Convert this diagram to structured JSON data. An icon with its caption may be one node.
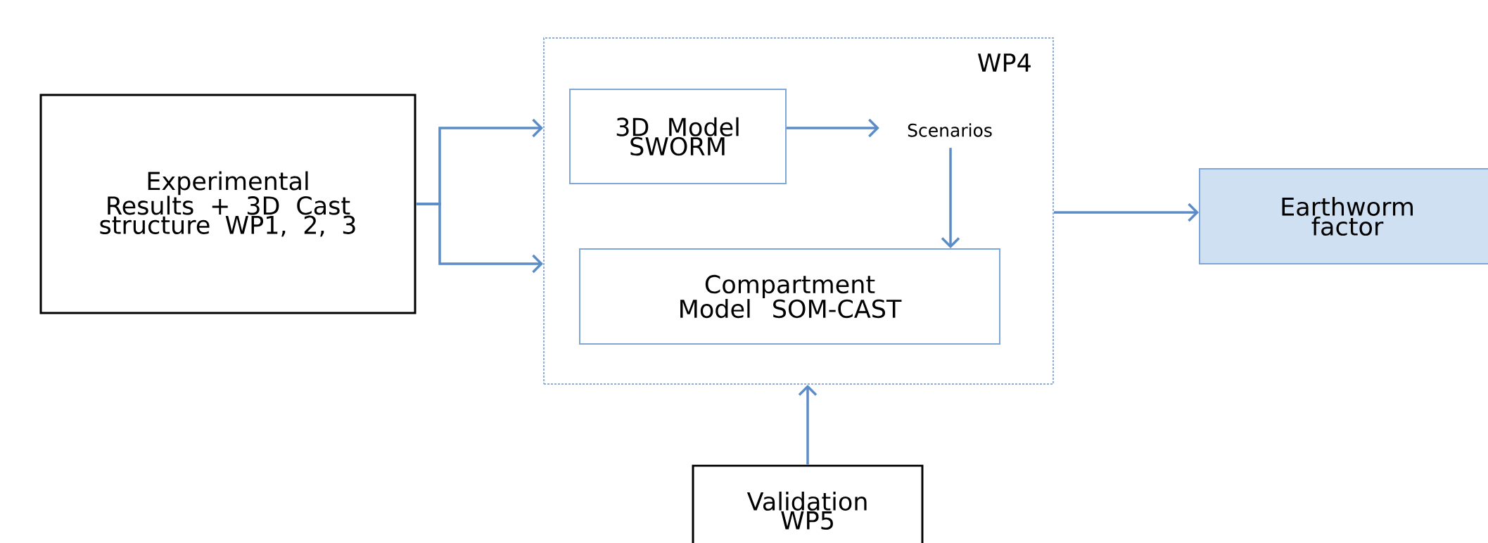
{
  "diagram": {
    "nodes": [
      {
        "text": [
          "Experimental Results + 3D Cast structure WP1, 2, 3"
        ]
      },
      {
        "text": [
          "WP4"
        ]
      },
      {
        "text": [
          "3D Model SWORM"
        ],
        "in": 1
      },
      {
        "text": [
          "Scenarios"
        ],
        "in": 1
      },
      {
        "text": [
          "Compartment Model SOM-CAST"
        ],
        "in": 1
      },
      {
        "text": [
          "Earthworm factor"
        ]
      },
      {
        "text": [
          "Validation WP5"
        ]
      }
    ],
    "edges": [
      {
        "from": 0,
        "to": 1,
        "arrow": "to"
      },
      {
        "from": 0,
        "to": 1,
        "arrow": "to"
      },
      {
        "from": 2,
        "to": 3,
        "arrow": "to"
      },
      {
        "from": 3,
        "to": 4,
        "arrow": "to"
      },
      {
        "from": 1,
        "to": 5,
        "arrow": "to"
      },
      {
        "from": 6,
        "to": 1,
        "arrow": "to"
      }
    ]
  }
}
